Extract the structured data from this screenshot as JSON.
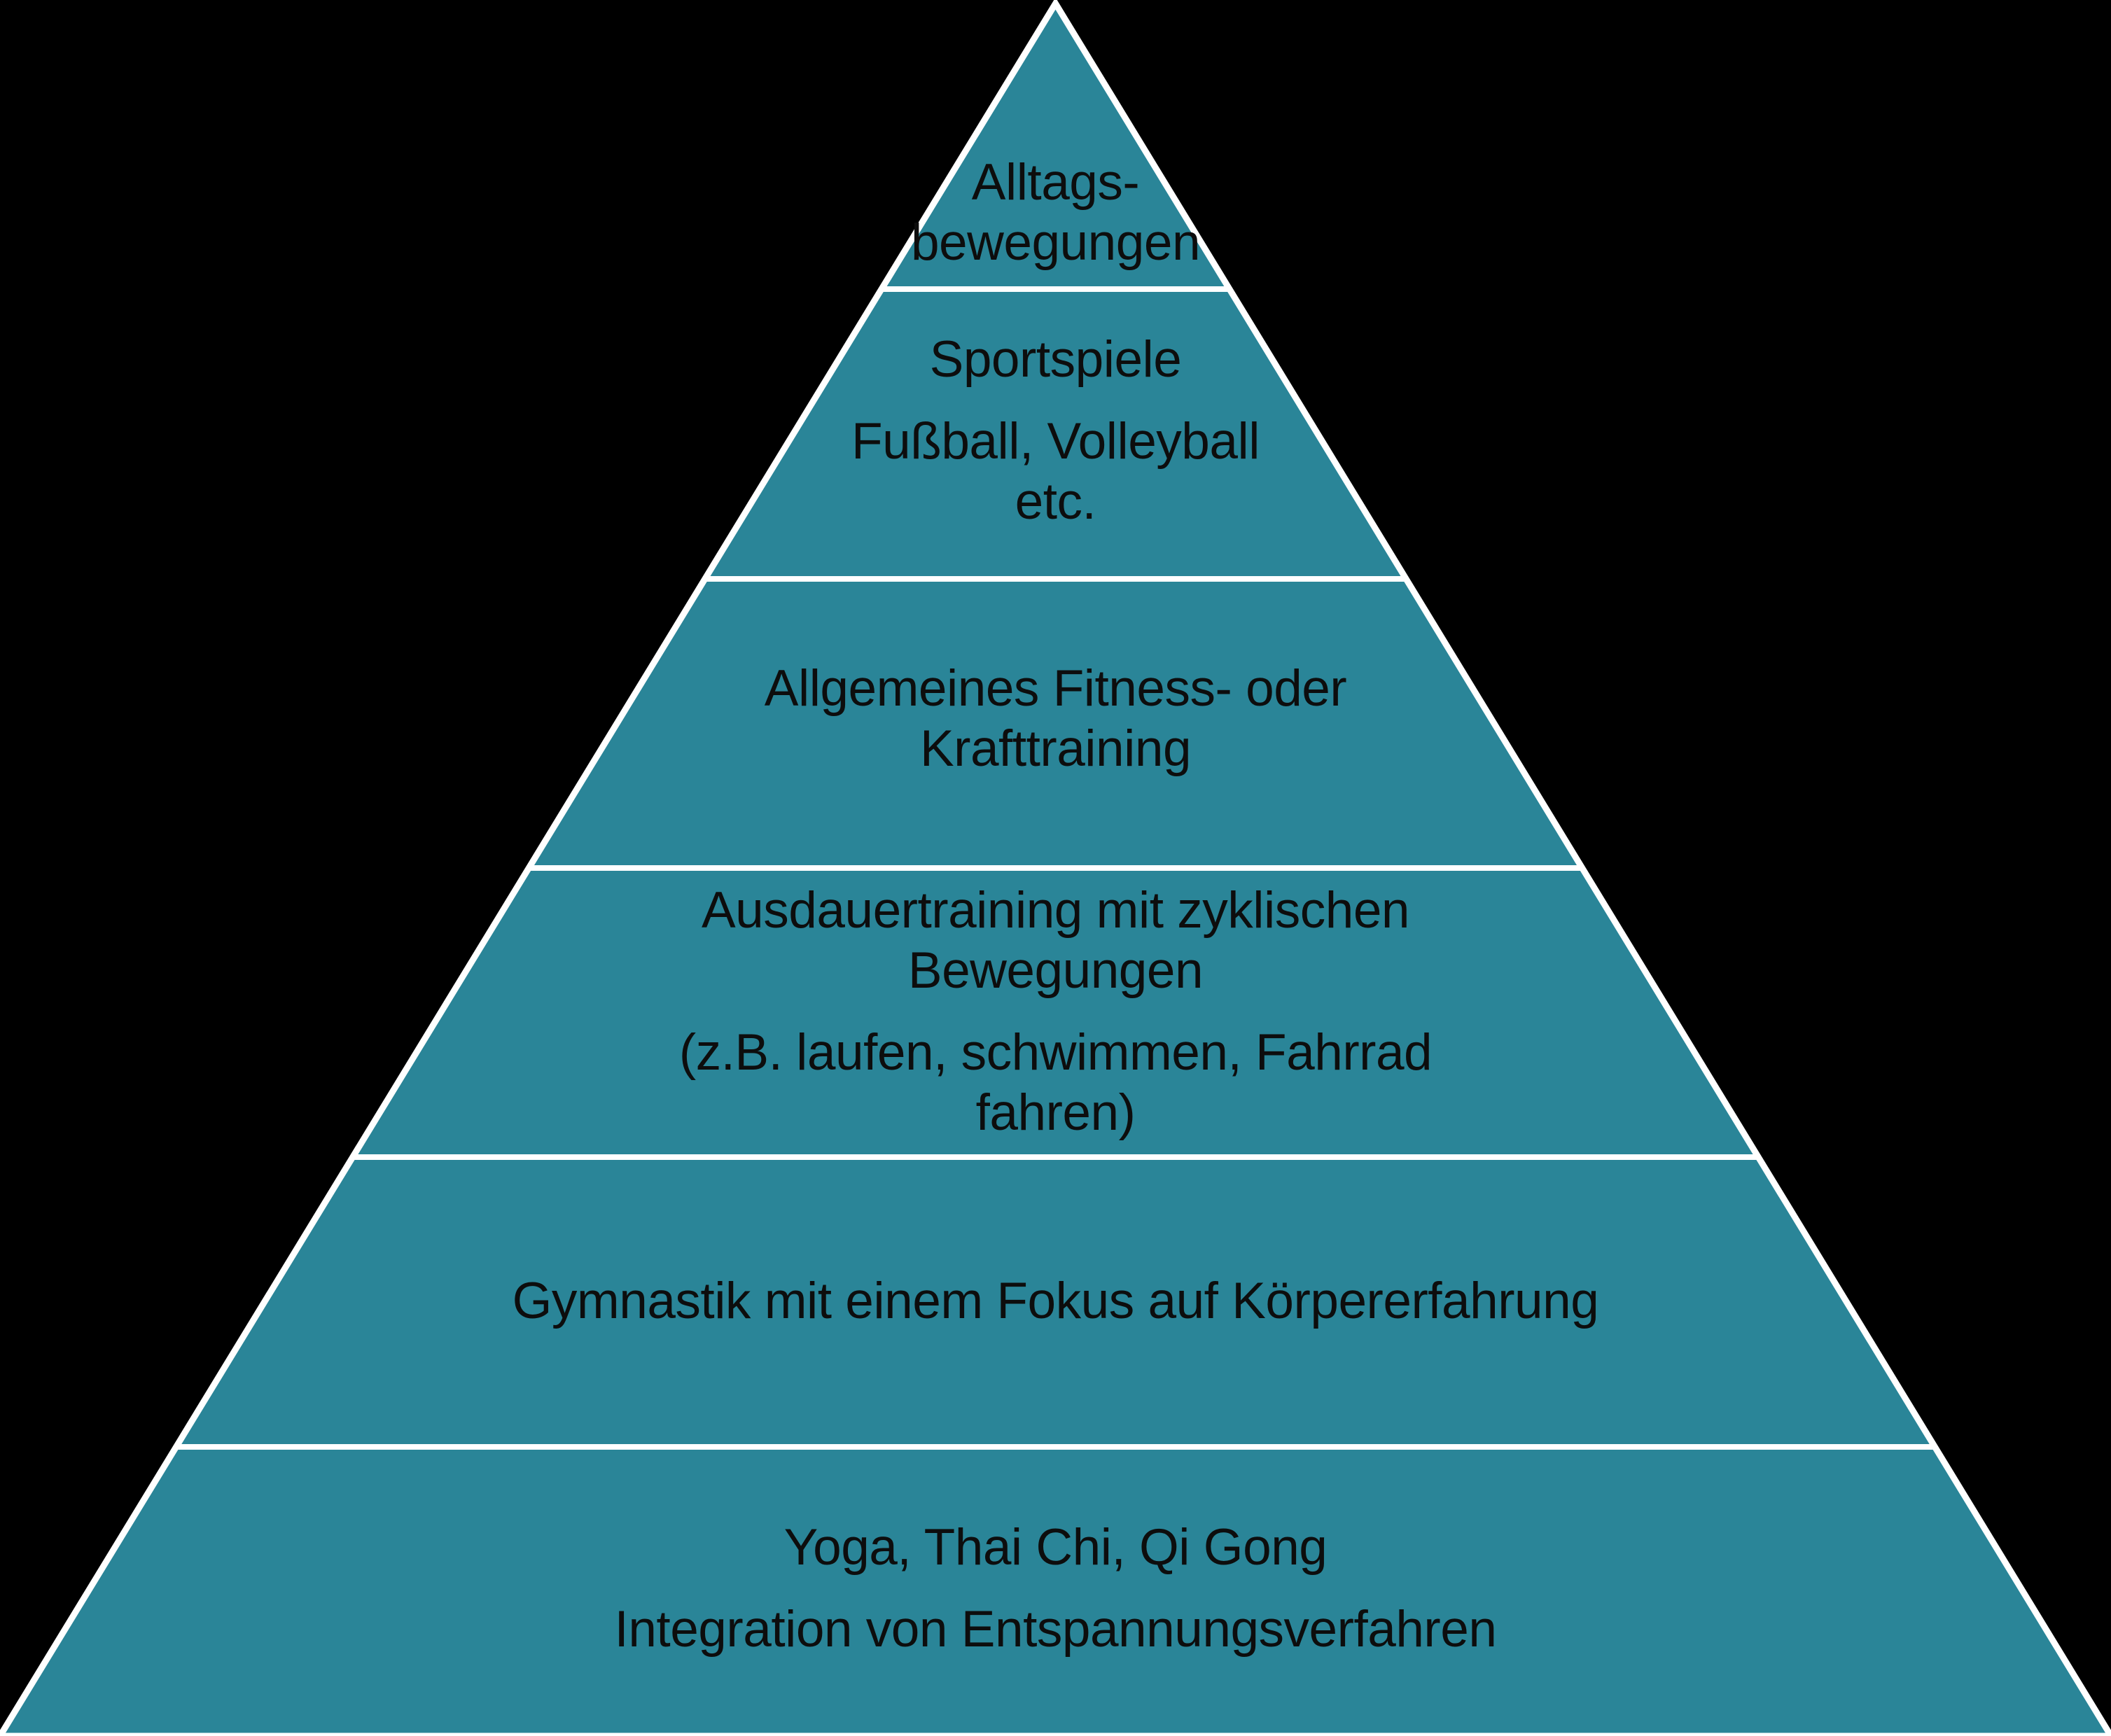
{
  "background_color": "#000000",
  "pyramid": {
    "fill_color": "#2A8598",
    "outline_color": "#FFFFFF",
    "text_color": "#0D0D0D",
    "levels": [
      {
        "paragraphs": [
          {
            "lines": [
              "Alltags-",
              "bewegungen"
            ]
          }
        ]
      },
      {
        "paragraphs": [
          {
            "lines": [
              "Sportspiele"
            ]
          },
          {
            "lines": [
              "Fußball, Volleyball",
              "etc."
            ]
          }
        ]
      },
      {
        "paragraphs": [
          {
            "lines": [
              "Allgemeines Fitness- oder",
              "Krafttraining"
            ]
          }
        ]
      },
      {
        "paragraphs": [
          {
            "lines": [
              "Ausdauertraining mit zyklischen",
              "Bewegungen"
            ]
          },
          {
            "lines": [
              "(z.B. laufen, schwimmen, Fahrrad",
              "fahren)"
            ]
          }
        ]
      },
      {
        "paragraphs": [
          {
            "lines": [
              "Gymnastik mit einem Fokus auf Körpererfahrung"
            ]
          }
        ]
      },
      {
        "paragraphs": [
          {
            "lines": [
              "Yoga, Thai Chi, Qi Gong"
            ]
          },
          {
            "lines": [
              "Integration von Entspannungsverfahren"
            ]
          }
        ]
      }
    ]
  }
}
